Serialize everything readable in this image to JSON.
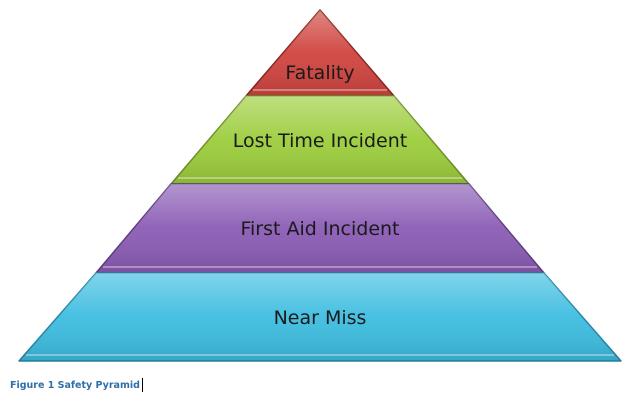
{
  "diagram": {
    "tiers": [
      {
        "label": "Fatality",
        "fill": "#d0443f",
        "edge": "#8a2420"
      },
      {
        "label": "Lost Time Incident",
        "fill": "#9ccd3c",
        "edge": "#6b8f23"
      },
      {
        "label": "First Aid Incident",
        "fill": "#8a5cb5",
        "edge": "#5b3b80"
      },
      {
        "label": "Near Miss",
        "fill": "#3dbde0",
        "edge": "#2585a3"
      }
    ]
  },
  "caption": {
    "text": "Figure 1 Safety Pyramid",
    "color": "#2f6fa8"
  }
}
